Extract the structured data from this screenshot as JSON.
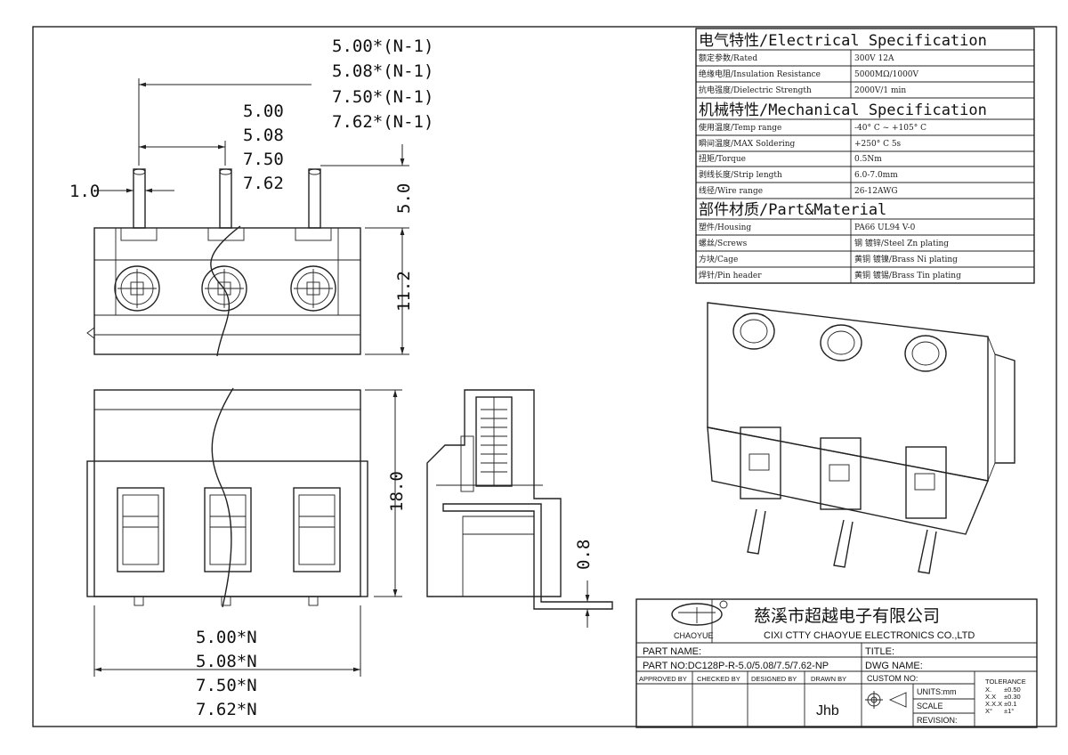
{
  "dimensions": {
    "pitch_n1": [
      "5.00*(N-1)",
      "5.08*(N-1)",
      "7.50*(N-1)",
      "7.62*(N-1)"
    ],
    "pitch": [
      "5.00",
      "5.08",
      "7.50",
      "7.62"
    ],
    "pin_width": "1.0",
    "pin_length": "5.0",
    "body_height": "11.2",
    "total_height": "18.0",
    "pin_thickness": "0.8",
    "total_width": [
      "5.00*N",
      "5.08*N",
      "7.50*N",
      "7.62*N"
    ]
  },
  "spec": {
    "electrical": {
      "heading": "电气特性/Electrical Specification",
      "rows": [
        {
          "label": "额定参数/Rated",
          "value": "300V  12A"
        },
        {
          "label": "绝缘电阻/Insulation Resistance",
          "value": "5000MΩ/1000V"
        },
        {
          "label": "抗电强度/Dielectric Strength",
          "value": "2000V/1 min"
        }
      ]
    },
    "mechanical": {
      "heading": "机械特性/Mechanical Specification",
      "rows": [
        {
          "label": "使用温度/Temp range",
          "value": "-40° C ~ +105° C"
        },
        {
          "label": "瞬间温度/MAX Soldering",
          "value": "+250° C    5s"
        },
        {
          "label": "扭矩/Torque",
          "value": "0.5Nm"
        },
        {
          "label": "剥线长度/Strip length",
          "value": "6.0-7.0mm"
        },
        {
          "label": "线径/Wire range",
          "value": "26-12AWG"
        }
      ]
    },
    "material": {
      "heading": "部件材质/Part&Material",
      "rows": [
        {
          "label": "塑件/Housing",
          "value": "PA66 UL94 V-0"
        },
        {
          "label": "螺丝/Screws",
          "value": "钢 镀锌/Steel Zn plating"
        },
        {
          "label": "方块/Cage",
          "value": "黄铜 镀镍/Brass Ni plating"
        },
        {
          "label": "焊针/Pin header",
          "value": "黄铜 镀锡/Brass Tin plating"
        }
      ]
    }
  },
  "title_block": {
    "logo_text": "CHAOYUE",
    "company_cn": "慈溪市超越电子有限公司",
    "company_en": "CIXI CTTY CHAOYUE ELECTRONICS CO.,LTD",
    "part_name_label": "PART NAME:",
    "title_label": "TITLE:",
    "part_no_label": "PART NO:DC128P-R-5.0/5.08/7.5/7.62-NP",
    "dwg_name_label": "DWG NAME:",
    "approved_by": "APPROVED BY",
    "checked_by": "CHECKED BY",
    "designed_by": "DESIGNED BY",
    "drawn_by": "DRAWN BY",
    "drawn_by_value": "Jhb",
    "custom_no": "CUSTOM NO:",
    "units": "UNITS:mm",
    "scale": "SCALE",
    "revision": "REVISION:",
    "tolerance_label": "TOLERANCE",
    "tolerances": [
      {
        "key": "X.",
        "value": "±0.50"
      },
      {
        "key": "X.X",
        "value": "±0.30"
      },
      {
        "key": "X.X.X",
        "value": "±0.1"
      },
      {
        "key": "X°",
        "value": "±1°"
      }
    ]
  }
}
